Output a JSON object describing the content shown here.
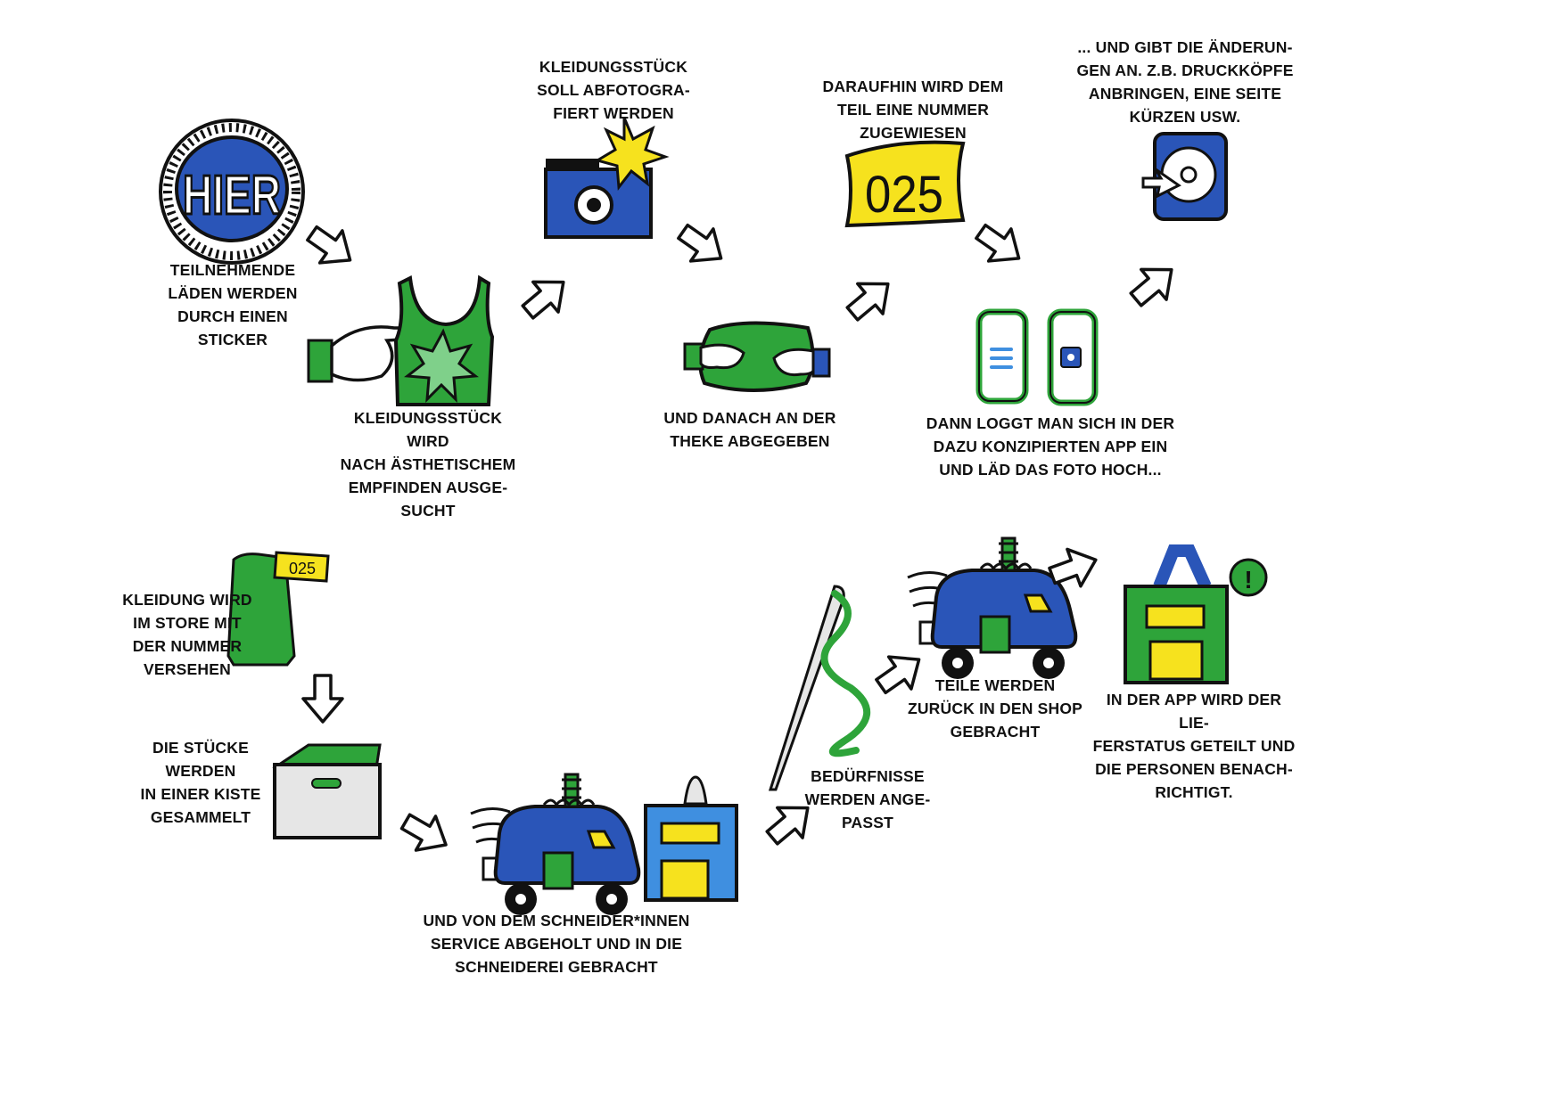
{
  "steps": {
    "sticker": {
      "caption": "TEILNEHMENDE\nLÄDEN WERDEN\nDURCH EINEN\nSTICKER",
      "badge_text": "HIER"
    },
    "select": {
      "caption": "KLEIDUNGSSTÜCK WIRD\nNACH ÄSTHETISCHEM\nEMPFINDEN AUSGE-\nSUCHT"
    },
    "photo": {
      "caption": "KLEIDUNGSSTÜCK\nSOLL ABFOTOGRA-\nFIERT WERDEN"
    },
    "counter": {
      "caption": "UND DANACH AN DER\nTHEKE ABGEGEBEN"
    },
    "number": {
      "caption": "DARAUFHIN WIRD DEM\nTEIL EINE NUMMER\nZUGEWIESEN",
      "tag_text": "025"
    },
    "app": {
      "caption": "DANN LOGGT MAN SICH IN DER\nDAZU KONZIPIERTEN APP EIN\nUND LÄD DAS FOTO HOCH..."
    },
    "changes": {
      "caption": "... UND GIBT DIE ÄNDERUN-\nGEN AN. Z.B. DRUCKKÖPFE\nANBRINGEN, EINE SEITE\nKÜRZEN USW."
    },
    "label": {
      "caption": "KLEIDUNG WIRD\nIM STORE MIT\nDER NUMMER\nVERSEHEN",
      "tag_text": "025"
    },
    "box": {
      "caption": "DIE STÜCKE\nWERDEN\nIN EINER KISTE\nGESAMMELT"
    },
    "pickup": {
      "caption": "UND VON DEM SCHNEIDER*INNEN\nSERVICE ABGEHOLT UND IN DIE\nSCHNEIDEREI GEBRACHT"
    },
    "adjust": {
      "caption": "BEDÜRFNISSE\nWERDEN ANGE-\nPASST"
    },
    "return": {
      "caption": "TEILE WERDEN\nZURÜCK IN DEN SHOP\nGEBRACHT"
    },
    "notify": {
      "caption": "IN DER APP WIRD DER LIE-\nFERSTATUS GETEILT UND\nDIE PERSONEN BENACH-\nRICHTIGT.",
      "alert_text": "!"
    }
  },
  "colors": {
    "blue": "#2a55b8",
    "light_blue": "#3f8fe0",
    "green": "#2ea43a",
    "yellow": "#f6e21e",
    "ink": "#111111",
    "arrow_fill": "#ffffff"
  }
}
